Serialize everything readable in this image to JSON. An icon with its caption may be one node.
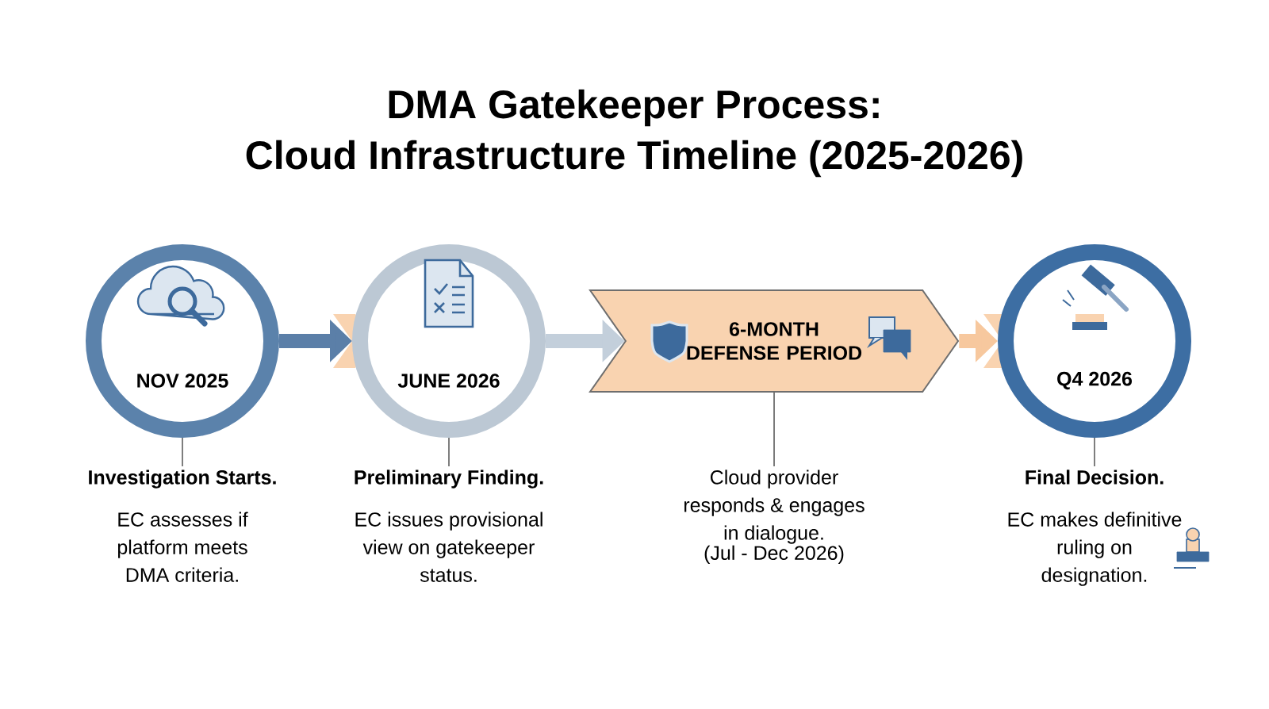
{
  "diagram": {
    "title": "DMA Gatekeeper Process: Cloud Infrastructure Timeline (2025-2026)",
    "nodes": [
      {
        "text": [
          "NOV 2025"
        ]
      },
      {
        "text": [
          "JUNE 2026"
        ]
      },
      {
        "text": [
          "6-MONTH DEFENSE PERIOD"
        ]
      },
      {
        "text": [
          "Q4 2026"
        ]
      },
      {
        "text": [
          "Investigation Starts.",
          "EC assesses if platform meets DMA criteria."
        ]
      },
      {
        "text": [
          "Preliminary Finding.",
          "EC issues provisional view on gatekeeper status."
        ]
      },
      {
        "text": [
          "Cloud provider responds & engages in dialogue.",
          "(Jul - Dec 2026)"
        ]
      },
      {
        "text": [
          "Final Decision.",
          "EC makes definitive ruling on designation."
        ]
      }
    ],
    "edges": [
      {
        "from": 0,
        "to": 1,
        "arrow": "to",
        "style": "thick",
        "color": "#5b7fa8"
      },
      {
        "from": 1,
        "to": 2,
        "arrow": "to",
        "style": "thick",
        "color": "#c3cfdb"
      },
      {
        "from": 2,
        "to": 3,
        "arrow": "to",
        "style": "thick",
        "color": "#f7c89e"
      },
      {
        "from": 4,
        "to": 0,
        "arrow": "none",
        "color": "#707070"
      },
      {
        "from": 5,
        "to": 1,
        "arrow": "none",
        "color": "#707070"
      },
      {
        "from": 6,
        "to": 2,
        "arrow": "none",
        "color": "#707070"
      },
      {
        "from": 7,
        "to": 3,
        "arrow": "none",
        "color": "#707070"
      }
    ]
  }
}
